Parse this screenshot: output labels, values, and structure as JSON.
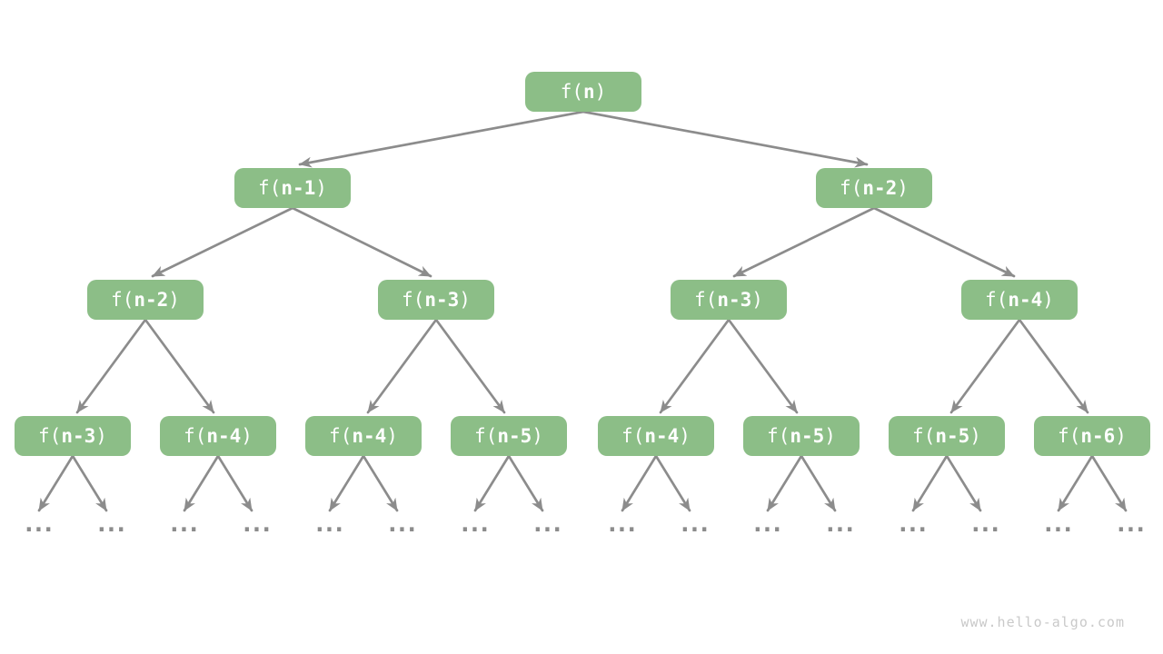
{
  "colors": {
    "background": "#ffffff",
    "node_fill": "#8cbe87",
    "node_text": "#ffffff",
    "arrow": "#8c8c8c",
    "ellipsis": "#8c8c8c",
    "watermark": "#c9c9c9"
  },
  "watermark": "www.hello-algo.com",
  "tree": {
    "ellipsis": "...",
    "levels": [
      {
        "nodes": [
          {
            "pre": "f(",
            "arg": "n",
            "post": ")"
          }
        ]
      },
      {
        "nodes": [
          {
            "pre": "f(",
            "arg": "n-1",
            "post": ")"
          },
          {
            "pre": "f(",
            "arg": "n-2",
            "post": ")"
          }
        ]
      },
      {
        "nodes": [
          {
            "pre": "f(",
            "arg": "n-2",
            "post": ")"
          },
          {
            "pre": "f(",
            "arg": "n-3",
            "post": ")"
          },
          {
            "pre": "f(",
            "arg": "n-3",
            "post": ")"
          },
          {
            "pre": "f(",
            "arg": "n-4",
            "post": ")"
          }
        ]
      },
      {
        "nodes": [
          {
            "pre": "f(",
            "arg": "n-3",
            "post": ")"
          },
          {
            "pre": "f(",
            "arg": "n-4",
            "post": ")"
          },
          {
            "pre": "f(",
            "arg": "n-4",
            "post": ")"
          },
          {
            "pre": "f(",
            "arg": "n-5",
            "post": ")"
          },
          {
            "pre": "f(",
            "arg": "n-4",
            "post": ")"
          },
          {
            "pre": "f(",
            "arg": "n-5",
            "post": ")"
          },
          {
            "pre": "f(",
            "arg": "n-5",
            "post": ")"
          },
          {
            "pre": "f(",
            "arg": "n-6",
            "post": ")"
          }
        ]
      }
    ]
  }
}
